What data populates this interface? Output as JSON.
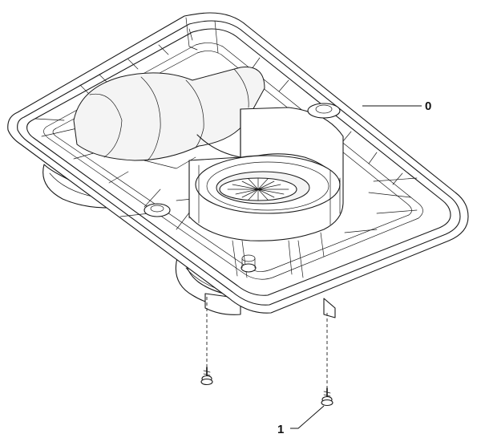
{
  "diagram": {
    "callouts": [
      {
        "id": "part-0",
        "label": "0"
      },
      {
        "id": "part-1",
        "label": "1"
      }
    ],
    "colors": {
      "line": "#1a1a1a",
      "background": "#ffffff"
    }
  }
}
